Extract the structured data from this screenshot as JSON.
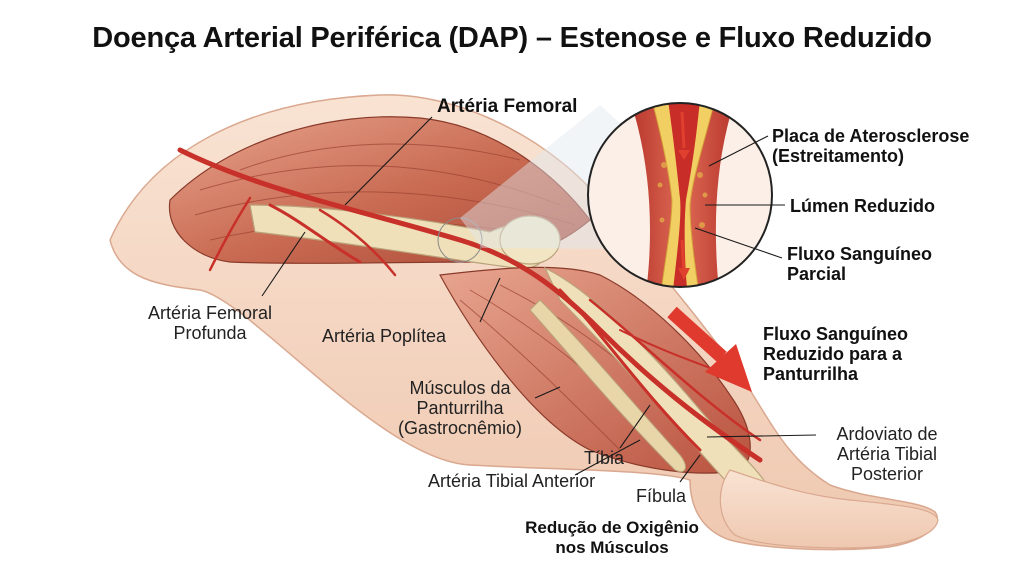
{
  "title": "Doença Arterial Periférica (DAP) – Estenose e Fluxo Reduzido",
  "labels": {
    "femoral": "Artéria Femoral",
    "femoral_profunda": "Artéria Femoral\nProfunda",
    "poplitea": "Artéria Poplítea",
    "musculos": "Músculos da\nPanturrilha\n(Gastrocnêmio)",
    "tibia": "Tíbia",
    "tibial_anterior": "Artéria Tibial Anterior",
    "fibula": "Fíbula",
    "reducao_oxigenio": "Redução de Oxigênio\nnos Músculos",
    "placa": "Placa de Aterosclerose\n(Estreitamento)",
    "lumen": "Lúmen Reduzido",
    "fluxo_parcial": "Fluxo Sanguíneo\nParcial",
    "fluxo_reduzido": "Fluxo Sanguíneo\nReduzido para a\nPanturrilha",
    "tibial_posterior": "Ardoviato de\nArtéria Tibial\nPosterior"
  },
  "colors": {
    "artery": "#c8302a",
    "muscle": "#c76a52",
    "muscle_light": "#e6a48e",
    "skin": "#f6d7c3",
    "bone": "#efe0b9",
    "plaque": "#f2cf63",
    "arrow": "#e03a2e",
    "leader": "#1a1a1a"
  }
}
